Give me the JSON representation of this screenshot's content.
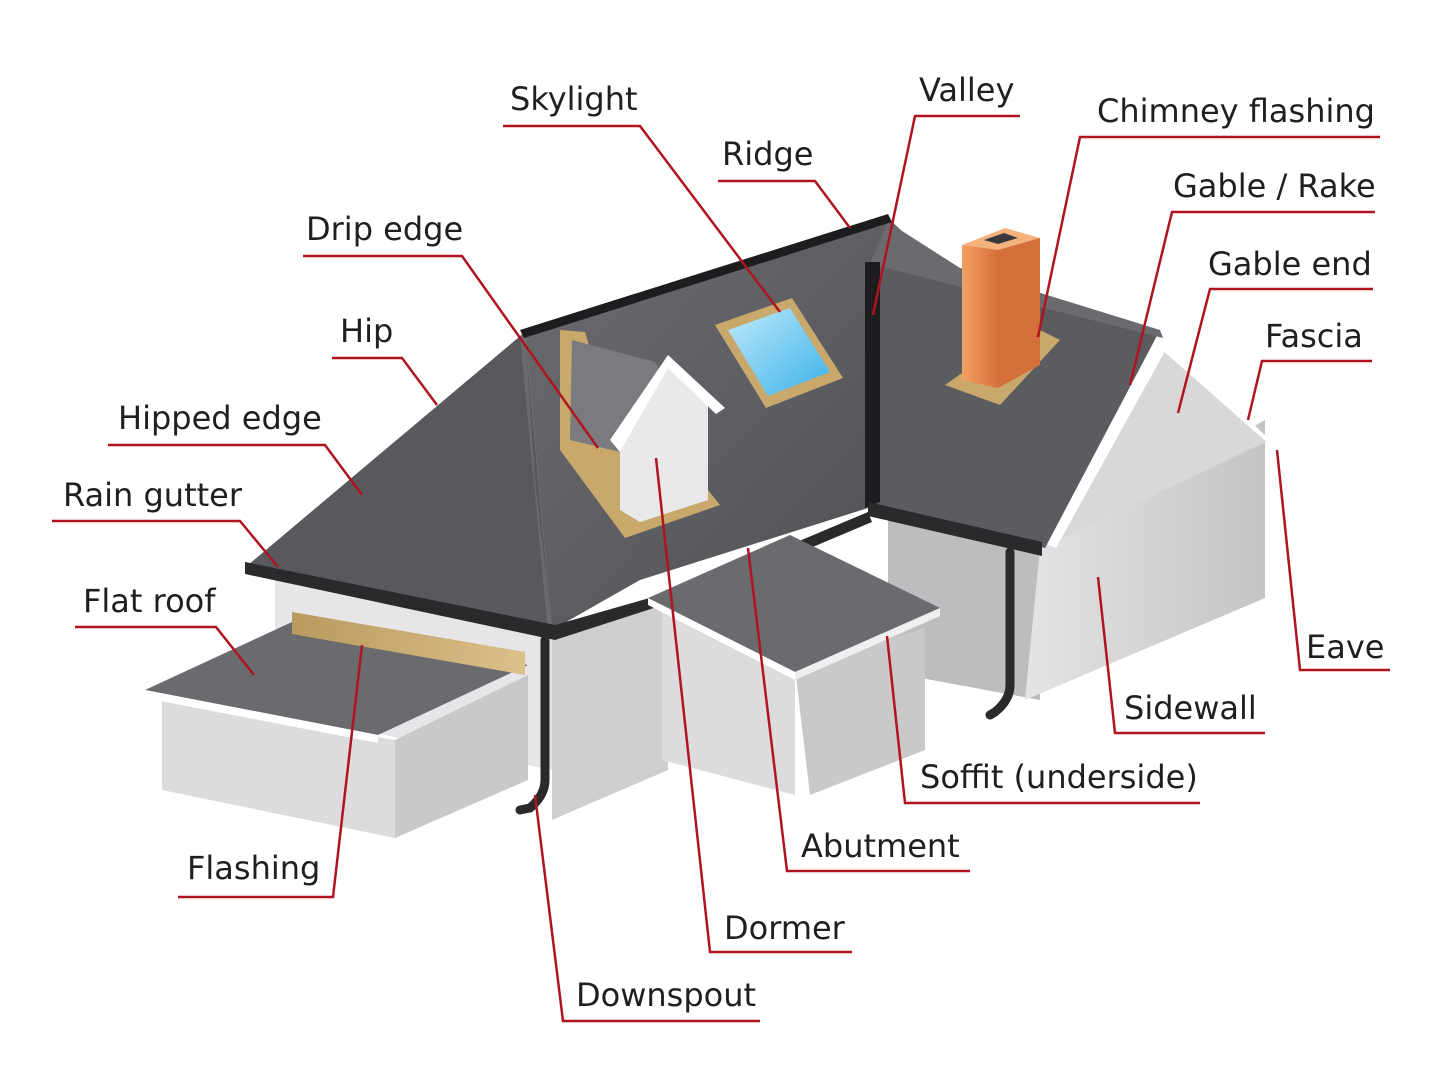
{
  "labels": {
    "skylight": "Skylight",
    "valley": "Valley",
    "chimney_flashing": "Chimney flashing",
    "ridge": "Ridge",
    "gable_rake": "Gable / Rake",
    "drip_edge": "Drip edge",
    "gable_end": "Gable end",
    "hip": "Hip",
    "fascia": "Fascia",
    "hipped_edge": "Hipped edge",
    "rain_gutter": "Rain gutter",
    "flat_roof": "Flat roof",
    "eave": "Eave",
    "sidewall": "Sidewall",
    "soffit": "Soffit (underside)",
    "abutment": "Abutment",
    "flashing": "Flashing",
    "dormer": "Dormer",
    "downspout": "Downspout"
  },
  "colors": {
    "leader_line": "#b0141e",
    "roof": "#5e5f63",
    "wall": "#d2d2d4",
    "flashing": "#c8a76e",
    "chimney": "#e98a4b",
    "skylight_glass": "#6dc9ef",
    "gutter": "#2a2a2c"
  }
}
